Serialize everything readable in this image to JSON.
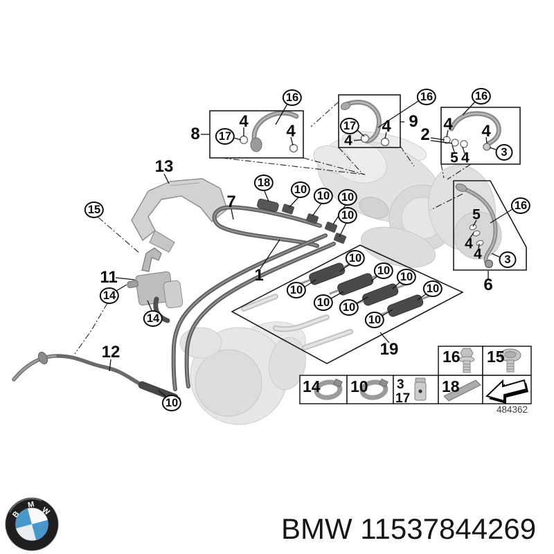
{
  "page": {
    "background": "#ffffff"
  },
  "diagram": {
    "type": "exploded-parts-diagram",
    "subject": "BMW turbocharger coolant / oil lines with fittings",
    "drawing_number": "484362",
    "callouts": [
      {
        "label": "16",
        "style": "circled"
      },
      {
        "label": "17",
        "style": "circled"
      },
      {
        "label": "16",
        "style": "circled"
      },
      {
        "label": "17",
        "style": "circled"
      },
      {
        "label": "16",
        "style": "circled"
      },
      {
        "label": "3",
        "style": "circled"
      },
      {
        "label": "16",
        "style": "circled"
      },
      {
        "label": "3",
        "style": "circled"
      },
      {
        "label": "18",
        "style": "circled"
      },
      {
        "label": "10",
        "style": "circled"
      },
      {
        "label": "10",
        "style": "circled"
      },
      {
        "label": "10",
        "style": "circled"
      },
      {
        "label": "10",
        "style": "circled"
      },
      {
        "label": "15",
        "style": "circled"
      },
      {
        "label": "14",
        "style": "circled"
      },
      {
        "label": "14",
        "style": "circled"
      },
      {
        "label": "10",
        "style": "circled"
      },
      {
        "label": "10",
        "style": "circled"
      },
      {
        "label": "10",
        "style": "circled"
      },
      {
        "label": "10",
        "style": "circled"
      },
      {
        "label": "10",
        "style": "circled"
      },
      {
        "label": "10",
        "style": "circled"
      },
      {
        "label": "10",
        "style": "circled"
      },
      {
        "label": "10",
        "style": "circled"
      },
      {
        "label": "10",
        "style": "circled"
      },
      {
        "label": "8",
        "style": "plain"
      },
      {
        "label": "4",
        "style": "plain"
      },
      {
        "label": "4",
        "style": "plain"
      },
      {
        "label": "9",
        "style": "plain"
      },
      {
        "label": "4",
        "style": "plain"
      },
      {
        "label": "4",
        "style": "plain"
      },
      {
        "label": "2",
        "style": "plain"
      },
      {
        "label": "4",
        "style": "plain"
      },
      {
        "label": "4",
        "style": "plain"
      },
      {
        "label": "5",
        "style": "plain"
      },
      {
        "label": "4",
        "style": "plain"
      },
      {
        "label": "13",
        "style": "plain"
      },
      {
        "label": "7",
        "style": "plain"
      },
      {
        "label": "5",
        "style": "plain"
      },
      {
        "label": "4",
        "style": "plain"
      },
      {
        "label": "4",
        "style": "plain"
      },
      {
        "label": "6",
        "style": "plain"
      },
      {
        "label": "11",
        "style": "plain"
      },
      {
        "label": "12",
        "style": "plain"
      },
      {
        "label": "1",
        "style": "plain"
      },
      {
        "label": "19",
        "style": "plain"
      }
    ],
    "legend_cells": [
      {
        "label": "16",
        "icon": "flange-bolt"
      },
      {
        "label": "15",
        "icon": "countersunk-screw"
      },
      {
        "label": "14",
        "icon": "hose-clamp"
      },
      {
        "label": "10",
        "icon": "hose-clamp"
      },
      {
        "label": "3",
        "secondary_label": "17",
        "icon": "banjo-bolt"
      },
      {
        "label": "18",
        "icon": "gasket-strip"
      },
      {
        "label": "",
        "icon": "direction-arrow"
      }
    ]
  },
  "footer": {
    "brand": "BMW",
    "part_number": "11537844269",
    "caption": "BMW 11537844269",
    "logo_letters": [
      "B",
      "M",
      "W"
    ]
  },
  "colors": {
    "bmw_blue": "#4797cc",
    "line": "#1a1a1a",
    "part_light_gray": "#e0e0e0",
    "pipe_dark": "#4a4a4a"
  }
}
